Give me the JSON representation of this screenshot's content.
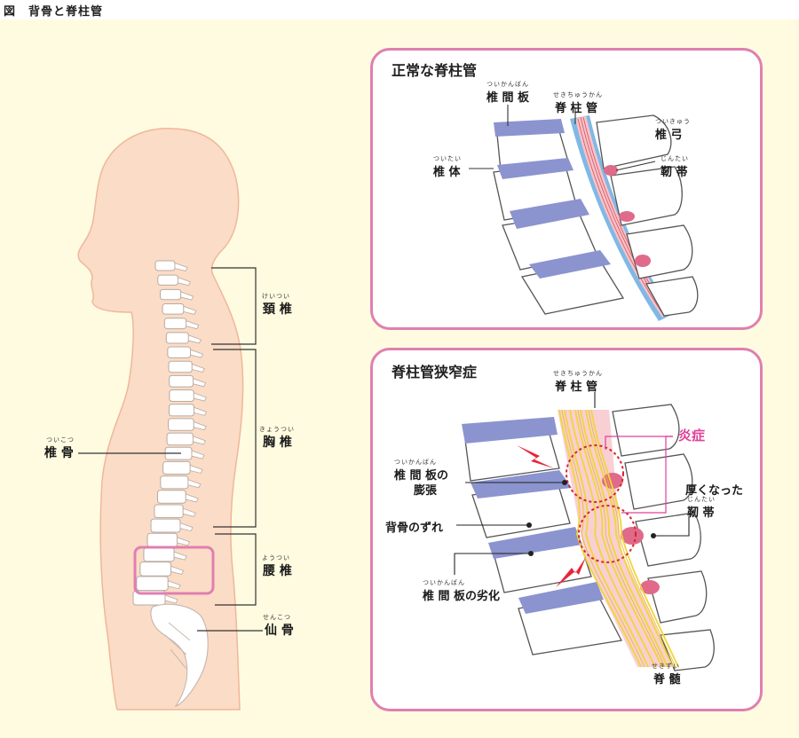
{
  "header": {
    "title": "図　背骨と脊柱管"
  },
  "body_figure": {
    "labels": {
      "cervical": "頚 椎",
      "cervical_ruby": "けいつい",
      "thoracic": "胸 椎",
      "thoracic_ruby": "きょうつい",
      "lumbar": "腰 椎",
      "lumbar_ruby": "ようつい",
      "sacrum": "仙 骨",
      "sacrum_ruby": "せんこつ",
      "vertebra": "椎 骨",
      "vertebra_ruby": "ついこつ"
    }
  },
  "normal_panel": {
    "title": "正常な脊柱管",
    "disc": "椎 間 板",
    "disc_ruby": "ついかんばん",
    "canal": "脊 柱 管",
    "canal_ruby": "せきちゅうかん",
    "arch": "椎 弓",
    "arch_ruby": "ついきゅう",
    "body": "椎 体",
    "body_ruby": "ついたい",
    "ligament": "靭 帯",
    "ligament_ruby": "じんたい"
  },
  "stenosis_panel": {
    "title": "脊柱管狭窄症",
    "canal": "脊 柱 管",
    "canal_ruby": "せきちゅうかん",
    "inflammation": "炎症",
    "disc_bulge_1": "椎 間 板の",
    "disc_bulge_2": "膨張",
    "disc_bulge_ruby": "ついかんばん",
    "thick_ligament": "厚くなった",
    "ligament": "靭 帯",
    "ligament_ruby": "じんたい",
    "slip": "背骨のずれ",
    "disc_degen": "椎 間 板の劣化",
    "disc_degen_ruby": "ついかんばん",
    "cord": "脊 髄",
    "cord_ruby": "せきずい"
  },
  "colors": {
    "background": "#fefbe1",
    "skin": "#fbdcc6",
    "panel_border": "#e07fb0",
    "disc": "#8b94cf",
    "canal": "#7fb8e6",
    "nerve": "#f5e04a",
    "accent_red": "#e8243a"
  }
}
